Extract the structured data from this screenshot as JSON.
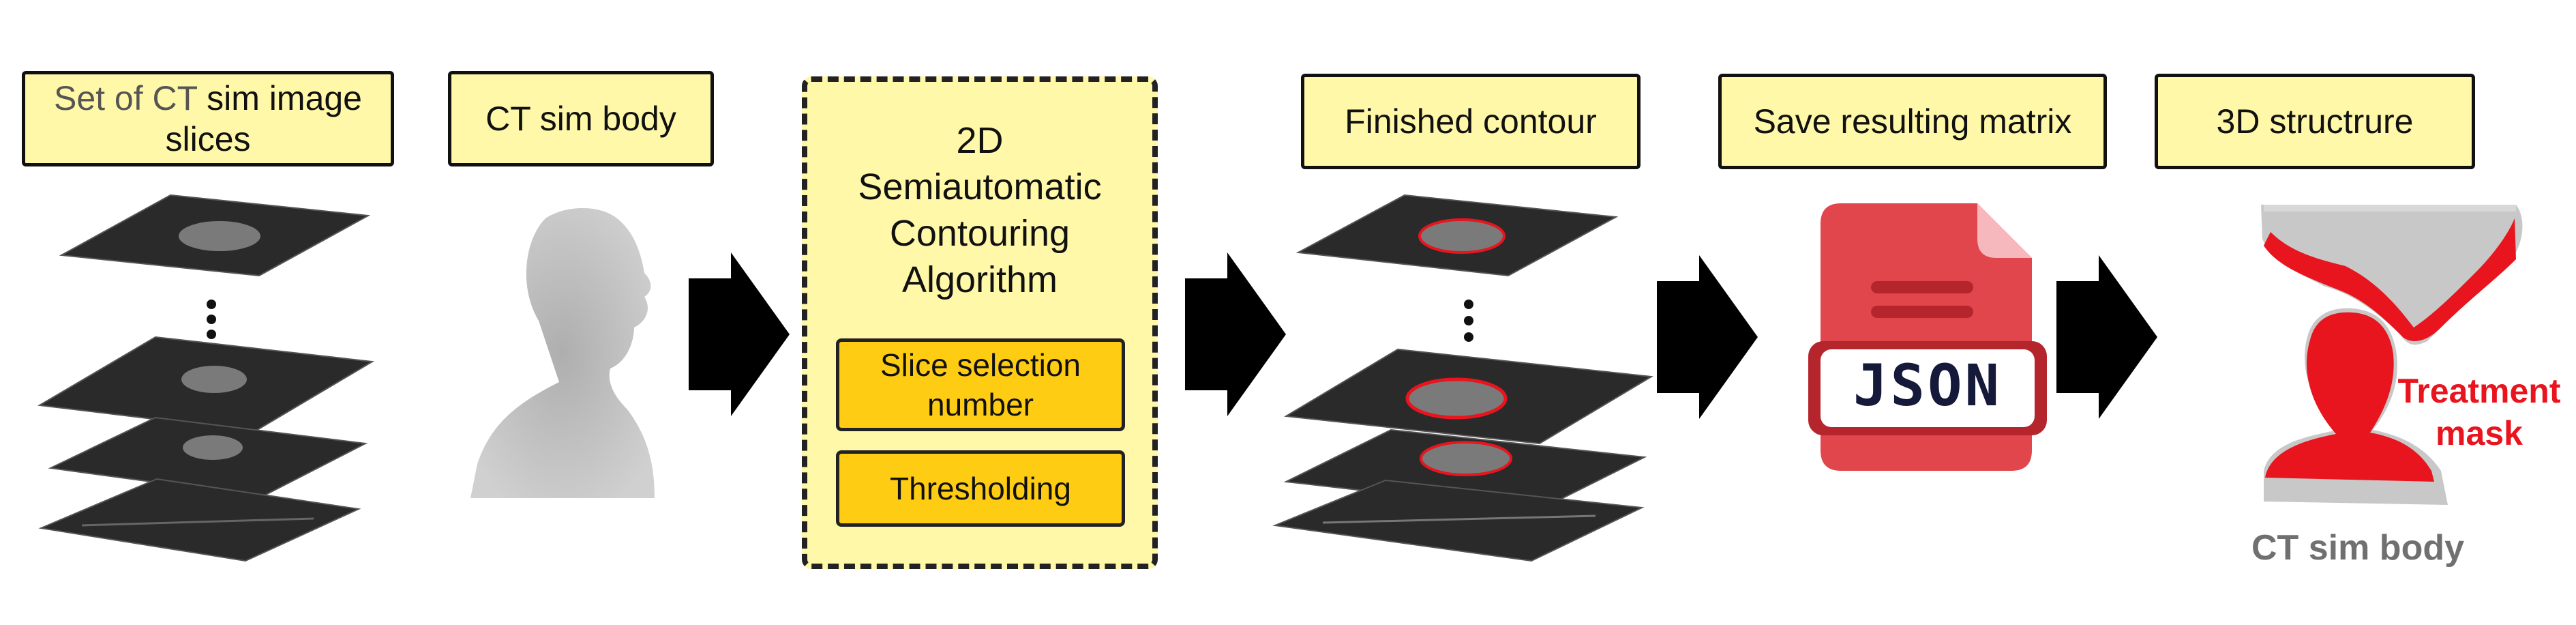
{
  "steps": {
    "ct_slices": {
      "label_part1": "Set of CT",
      "label_part2": " sim image slices"
    },
    "ct_body": {
      "label": "CT sim body"
    },
    "algorithm": {
      "title": "2D\nSemiautomatic\nContouring\nAlgorithm",
      "sub_items": [
        "Slice selection number",
        "Thresholding"
      ]
    },
    "finished": {
      "label": "Finished contour"
    },
    "save": {
      "label": "Save resulting matrix",
      "file_badge": "JSON"
    },
    "structure": {
      "label": "3D structrure",
      "treatment_mask": "Treatment\nmask",
      "body_caption": "CT sim body"
    }
  },
  "colors": {
    "label_fill": "#fff8a8",
    "sub_fill": "#ffcc14",
    "mask_red": "#e8141e",
    "json_red": "#e0464c",
    "gray_text": "#707070"
  }
}
